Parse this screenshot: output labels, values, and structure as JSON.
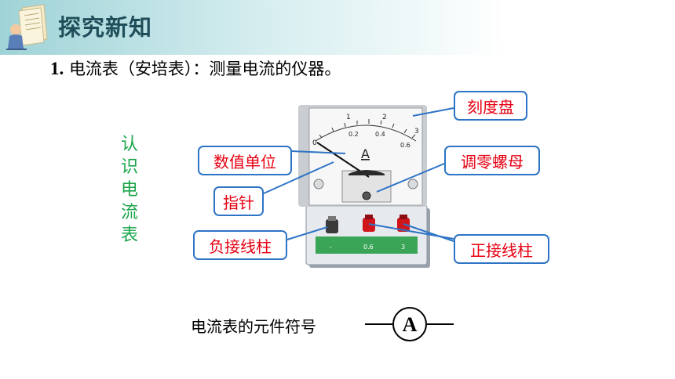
{
  "header": {
    "title": "探究新知",
    "icon": "reading-figure-icon"
  },
  "subtitle": {
    "number": "1.",
    "text": "电流表（安培表）：测量电流的仪器。"
  },
  "side_label": "认识电流表",
  "meter": {
    "unit_symbol": "A",
    "scale_top": [
      "0",
      "1",
      "2",
      "3"
    ],
    "scale_bottom": [
      "0.2",
      "0.4",
      "0.6"
    ],
    "terminal_labels": [
      "-",
      "0.6",
      "3"
    ],
    "terminal_colors": {
      "negative": "#3a3a3a",
      "positive": "#d0151b"
    }
  },
  "callouts": {
    "dial": "刻度盘",
    "unit": "数值单位",
    "zero_adjuster": "调零螺母",
    "pointer": "指针",
    "negative_terminal": "负接线柱",
    "positive_terminal": "正接线柱"
  },
  "symbol": {
    "label": "电流表的元件符号",
    "letter": "A"
  },
  "colors": {
    "callout_text": "#e60012",
    "callout_border": "#2e74c6",
    "side_label": "#1aa54a",
    "header_title": "#1f4e5a"
  }
}
